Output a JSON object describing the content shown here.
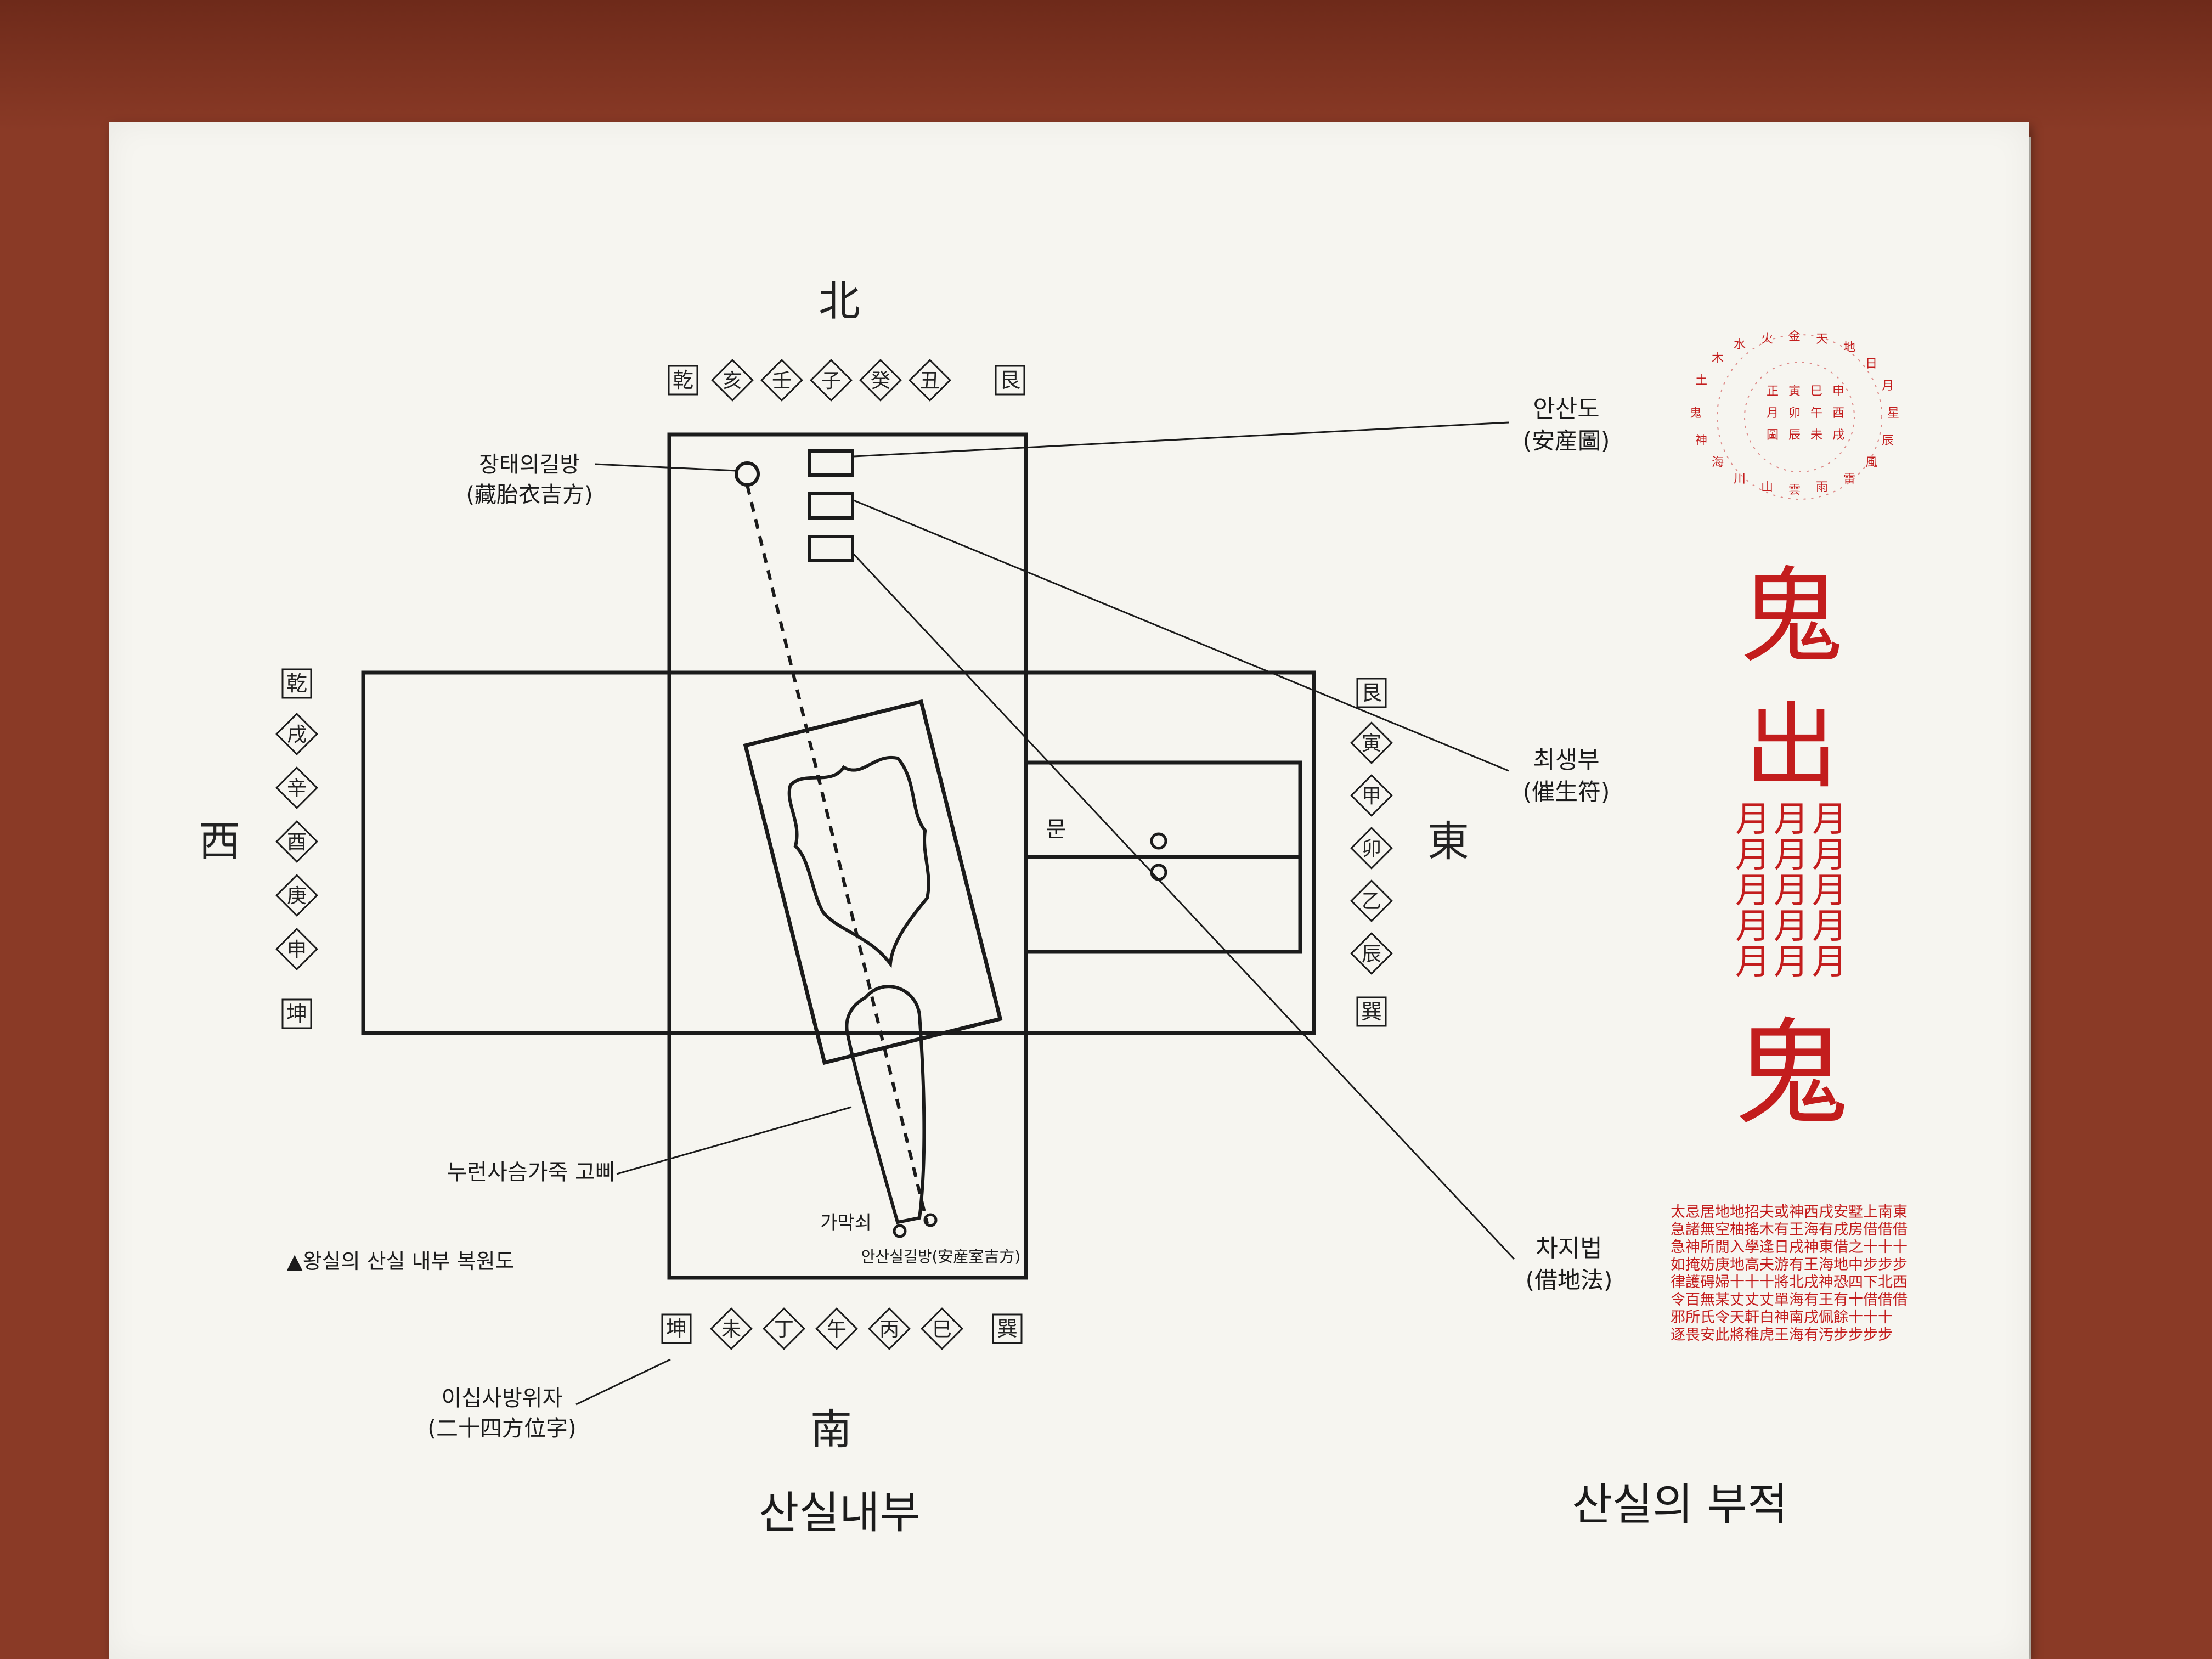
{
  "directions": {
    "north": "北",
    "south": "南",
    "west": "西",
    "east": "東"
  },
  "north_row": [
    "乾",
    "亥",
    "壬",
    "子",
    "癸",
    "丑",
    "艮"
  ],
  "south_row": [
    "坤",
    "未",
    "丁",
    "午",
    "丙",
    "巳",
    "巽"
  ],
  "west_col": [
    "乾",
    "戌",
    "辛",
    "酉",
    "庚",
    "申",
    "坤"
  ],
  "east_col": [
    "艮",
    "寅",
    "甲",
    "卯",
    "乙",
    "辰",
    "巽"
  ],
  "labels": {
    "jangtae_ko": "장태의길방",
    "jangtae_hanja": "(藏胎衣吉方)",
    "ansando_ko": "안산도",
    "ansando_hanja": "(安産圖)",
    "choesaengbu_ko": "최생부",
    "choesaengbu_hanja": "(催生符)",
    "chajibeop_ko": "차지법",
    "chajibeop_hanja": "(借地法)",
    "door": "문",
    "deer_skin": "누런사슴가죽 고삐",
    "straw": "가막쇠",
    "ansansil": "안산실길방(安産室吉方)",
    "caption_restore": "▲왕실의 산실 내부 복원도",
    "position_ko": "이십사방위자",
    "position_hanja": "(二十四方位字)"
  },
  "titles": {
    "left": "산실내부",
    "right": "산실의 부적"
  },
  "talisman": {
    "top_char": "鬼",
    "mid_char": "出",
    "grid": [
      [
        "月",
        "月",
        "月"
      ],
      [
        "月",
        "月",
        "月"
      ],
      [
        "月",
        "月",
        "月"
      ],
      [
        "月",
        "月",
        "月"
      ],
      [
        "月",
        "月",
        "月"
      ]
    ],
    "bottom_char": "鬼",
    "text_block": [
      "太忌居地地招夫或神西戌安墅上南東",
      "急諸無空柚搖木有王海有戌房借借借",
      "急神所閒入學逢日戌神東借之十十十",
      "如掩妨庚地高夫游有王海地中步步步",
      "律護碍婦十十十將北戌神恐四下北西",
      "令百無某丈丈丈單海有王有十借借借",
      "邪所氏令天軒白神南戌佩餘十十十",
      "逐畏安此將稚虎王海有汚步步步步"
    ]
  },
  "colors": {
    "wall": "#8a3a26",
    "board": "#f6f5f0",
    "ink": "#1b1b1b",
    "talisman": "#c31d1d"
  }
}
